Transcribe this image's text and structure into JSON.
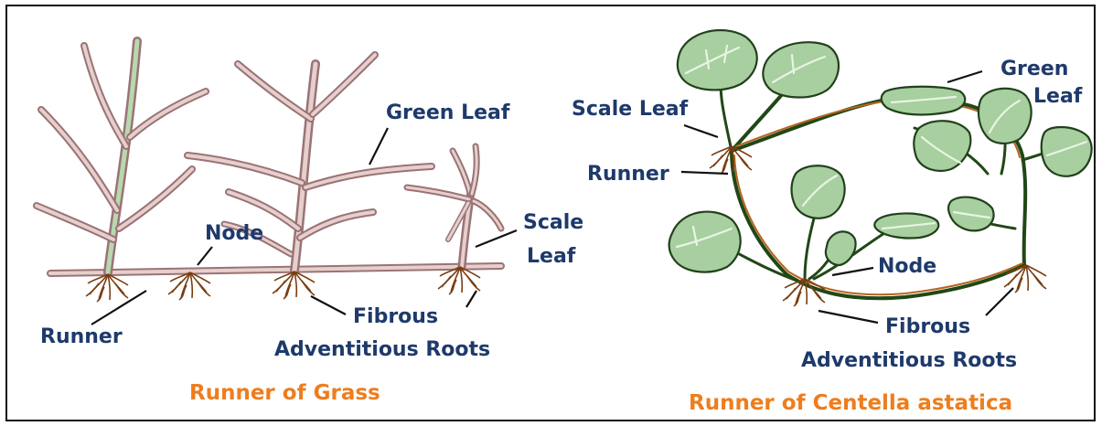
{
  "colors": {
    "label": "#1e3a6b",
    "caption": "#ee7d1e",
    "grass": "#9a7376",
    "centella_leaf": "#a7cf9f",
    "runner": "#214717",
    "root": "#7a3e12"
  },
  "grass": {
    "labels": {
      "green_leaf": "Green Leaf",
      "node": "Node",
      "scale": "Scale",
      "leaf": "Leaf",
      "runner": "Runner",
      "fibrous": "Fibrous",
      "adventitious_roots": "Adventitious Roots"
    },
    "caption": "Runner of Grass"
  },
  "centella": {
    "labels": {
      "scale_leaf": "Scale Leaf",
      "runner": "Runner",
      "green": "Green",
      "leaf": "Leaf",
      "node": "Node",
      "fibrous": "Fibrous",
      "adventitious_roots": "Adventitious Roots"
    },
    "caption": "Runner of Centella astatica"
  }
}
